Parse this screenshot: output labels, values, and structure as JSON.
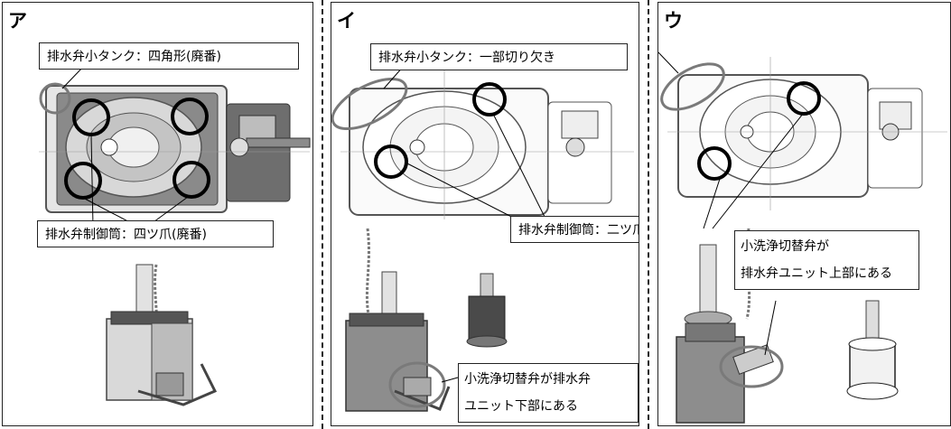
{
  "panels": [
    {
      "letter": "ア",
      "tank_label": "排水弁小タンク：四角形(廃番)",
      "cylinder_label": "排水弁制御筒：四ツ爪(廃番)"
    },
    {
      "letter": "イ",
      "tank_label": "排水弁小タンク：一部切り欠き",
      "cylinder_label": "排水弁制御筒：二ツ爪",
      "switch_label_line1": "小洗浄切替弁が排水弁",
      "switch_label_line2": "ユニット下部にある"
    },
    {
      "letter": "ウ",
      "switch_label_line1": "小洗浄切替弁が",
      "switch_label_line2": "排水弁ユニット上部にある"
    }
  ],
  "colors": {
    "marker_circle": "#000000",
    "ellipse_marker": "#7a7a7a",
    "frame": "#222222"
  }
}
